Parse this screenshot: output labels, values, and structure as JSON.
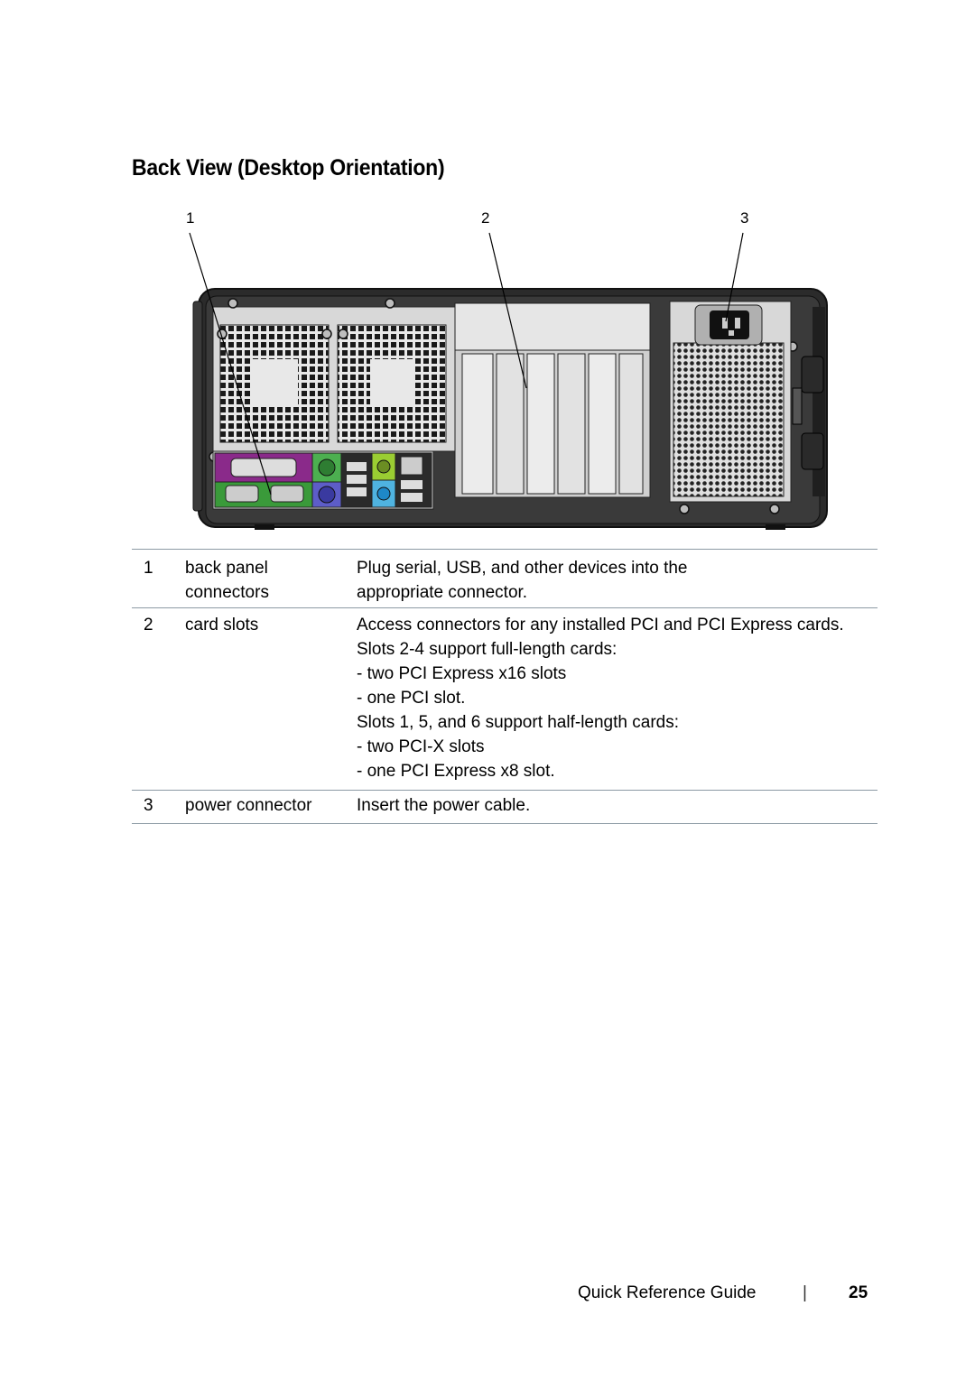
{
  "page_title": "Back View (Desktop Orientation)",
  "callouts": [
    "1",
    "2",
    "3"
  ],
  "table": {
    "rows": [
      {
        "num": "1",
        "name_lines": [
          "back panel",
          "connectors"
        ],
        "desc_lines": [
          "Plug serial, USB, and other devices into the",
          "appropriate connector."
        ]
      },
      {
        "num": "2",
        "name_lines": [
          "card slots"
        ],
        "desc_lines": [
          "Access connectors for any installed PCI and PCI Express cards.",
          "Slots 2-4 support full-length cards:",
          "- two PCI Express x16 slots",
          "- one PCI slot.",
          "Slots 1, 5, and 6 support half-length cards:",
          "- two PCI-X slots",
          "- one PCI Express x8 slot."
        ]
      },
      {
        "num": "3",
        "name_lines": [
          "power connector"
        ],
        "desc_lines": [
          "Insert the power cable."
        ]
      }
    ]
  },
  "footer": {
    "guide": "Quick Reference Guide",
    "separator": "|",
    "page_number": "25"
  }
}
